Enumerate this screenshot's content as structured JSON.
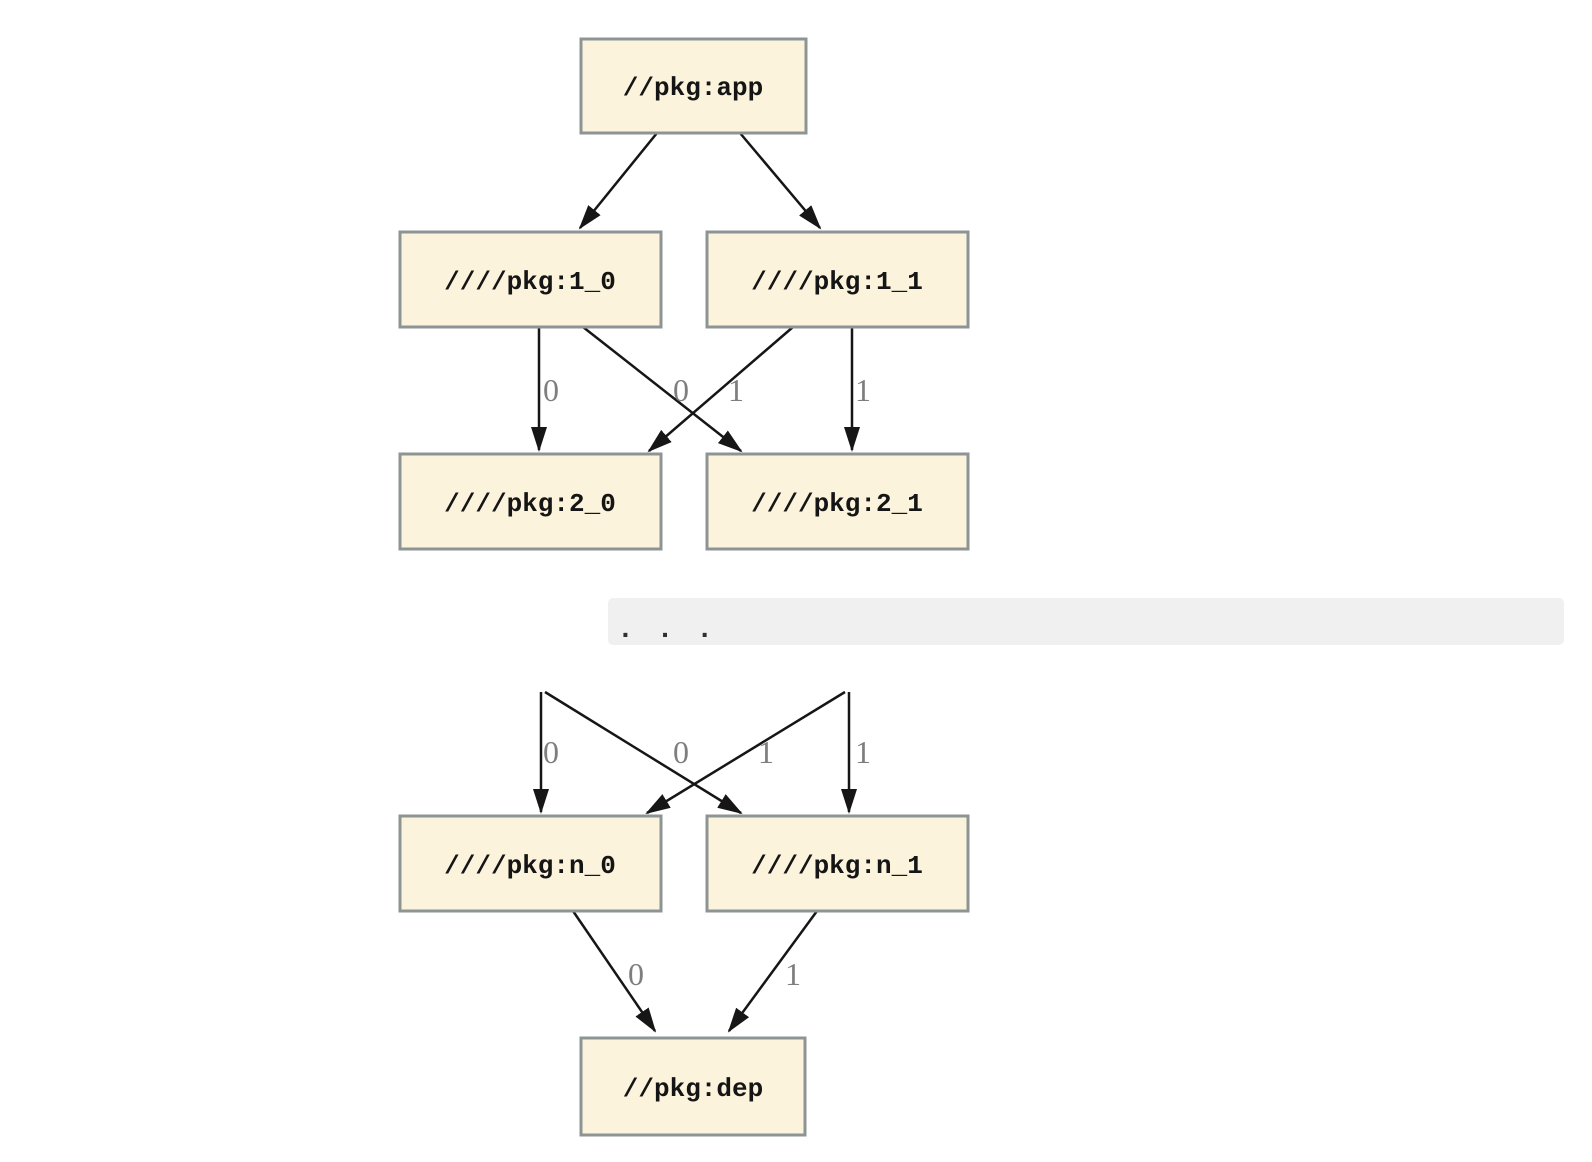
{
  "diagram": {
    "type": "dependency-graph",
    "nodes": [
      {
        "id": "app",
        "label": "//pkg:app"
      },
      {
        "id": "1_0",
        "label": "////pkg:1_0"
      },
      {
        "id": "1_1",
        "label": "////pkg:1_1"
      },
      {
        "id": "2_0",
        "label": "////pkg:2_0"
      },
      {
        "id": "2_1",
        "label": "////pkg:2_1"
      },
      {
        "id": "n_0",
        "label": "////pkg:n_0"
      },
      {
        "id": "n_1",
        "label": "////pkg:n_1"
      },
      {
        "id": "dep",
        "label": "//pkg:dep"
      }
    ],
    "edges": [
      {
        "from": "app",
        "to": "1_0",
        "label": ""
      },
      {
        "from": "app",
        "to": "1_1",
        "label": ""
      },
      {
        "from": "1_0",
        "to": "2_0",
        "label": "0"
      },
      {
        "from": "1_0",
        "to": "2_1",
        "label": "1"
      },
      {
        "from": "1_1",
        "to": "2_0",
        "label": "0"
      },
      {
        "from": "1_1",
        "to": "2_1",
        "label": "1"
      },
      {
        "from": "ellipsis",
        "to": "n_0",
        "label": "0"
      },
      {
        "from": "ellipsis",
        "to": "n_1",
        "label": "1"
      },
      {
        "from": "ellipsis",
        "to": "n_0",
        "label": "0"
      },
      {
        "from": "ellipsis",
        "to": "n_1",
        "label": "1"
      },
      {
        "from": "n_0",
        "to": "dep",
        "label": "0"
      },
      {
        "from": "n_1",
        "to": "dep",
        "label": "1"
      }
    ],
    "ellipsis_label": ". . .",
    "colors": {
      "node_fill": "#FBF3DC",
      "node_border": "#8E9494",
      "edge": "#161616",
      "edge_label": "#7E7E7E",
      "band": "#F0F0F0",
      "background": "#FFFFFF"
    }
  }
}
